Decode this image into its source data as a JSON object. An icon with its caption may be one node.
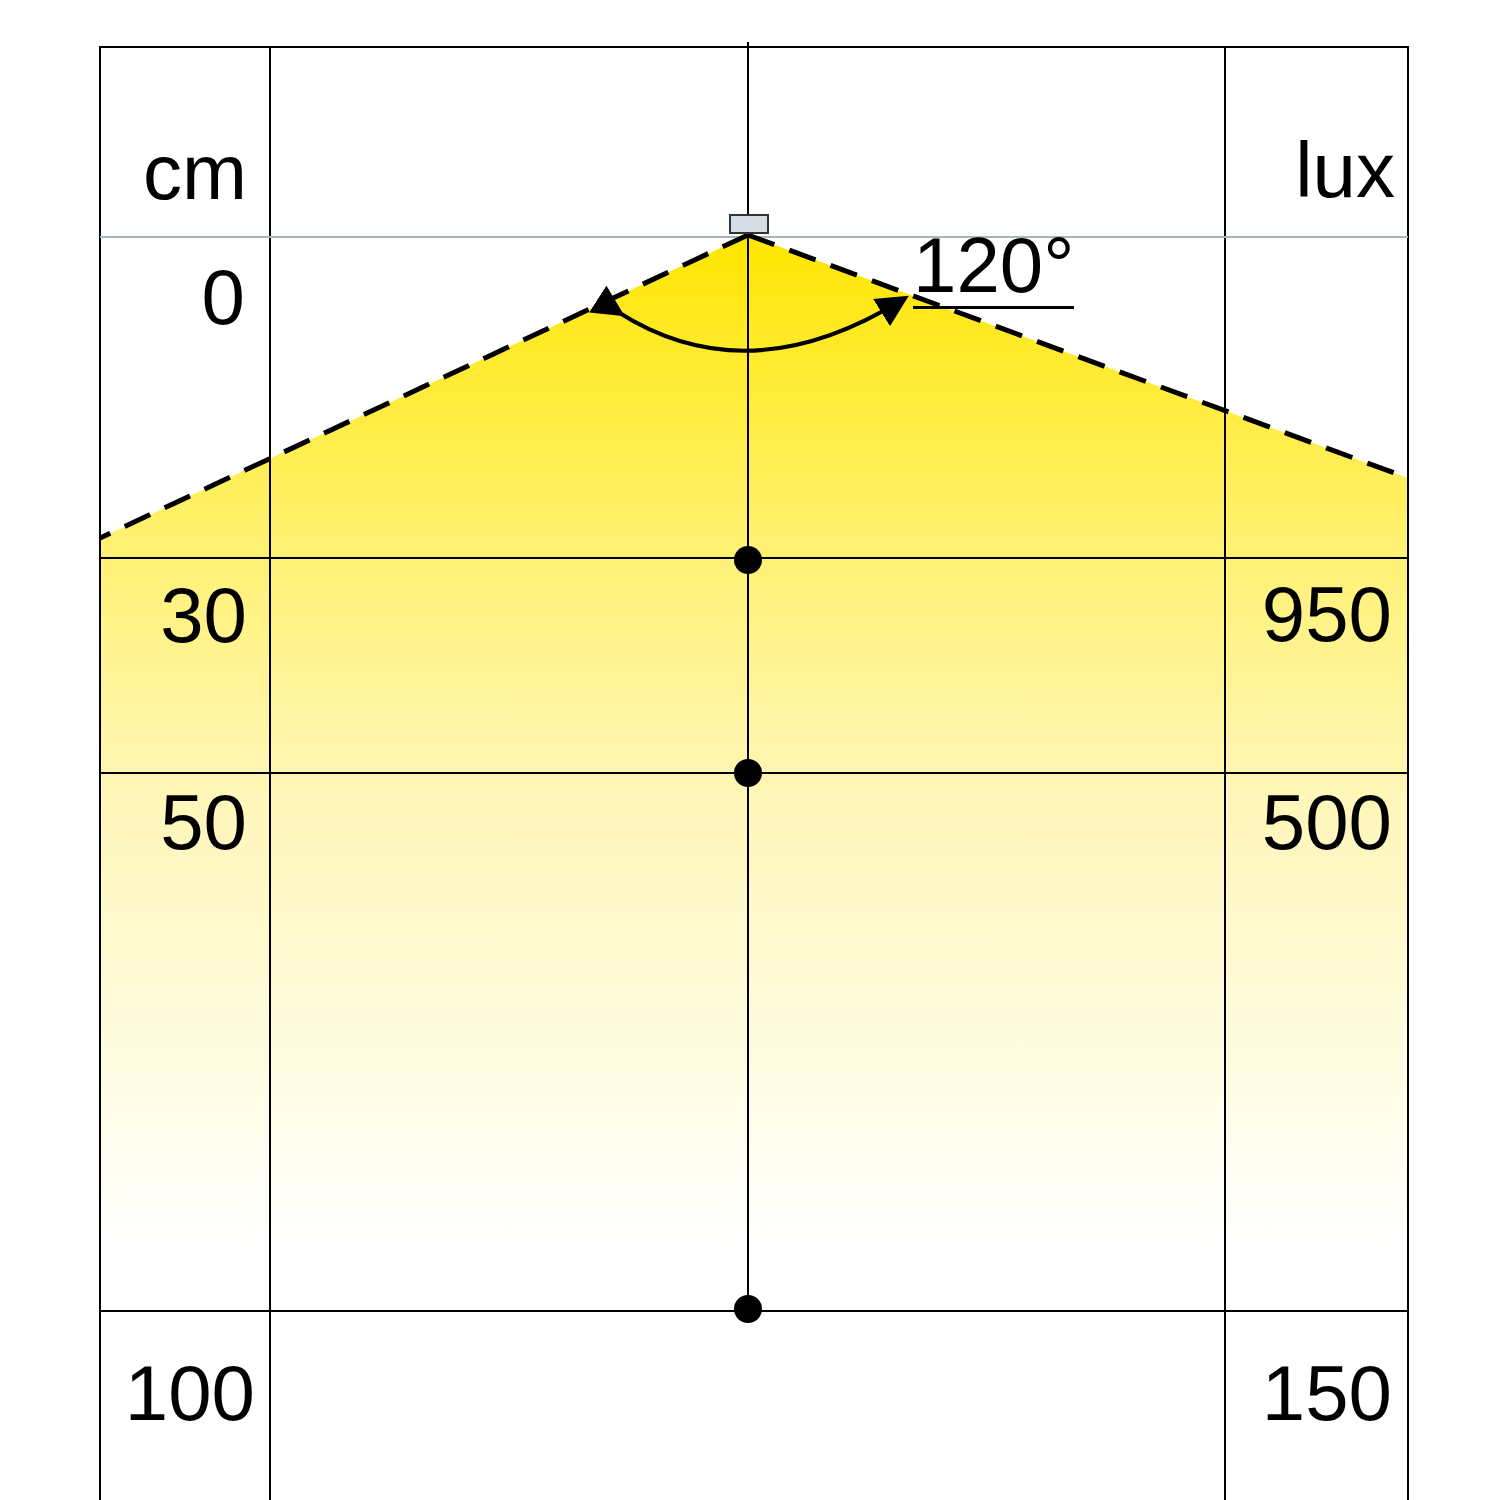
{
  "diagram": {
    "labels": [
      "cm",
      "lux",
      "0",
      "120°",
      "30",
      "950",
      "50",
      "500",
      "100",
      "150"
    ]
  }
}
